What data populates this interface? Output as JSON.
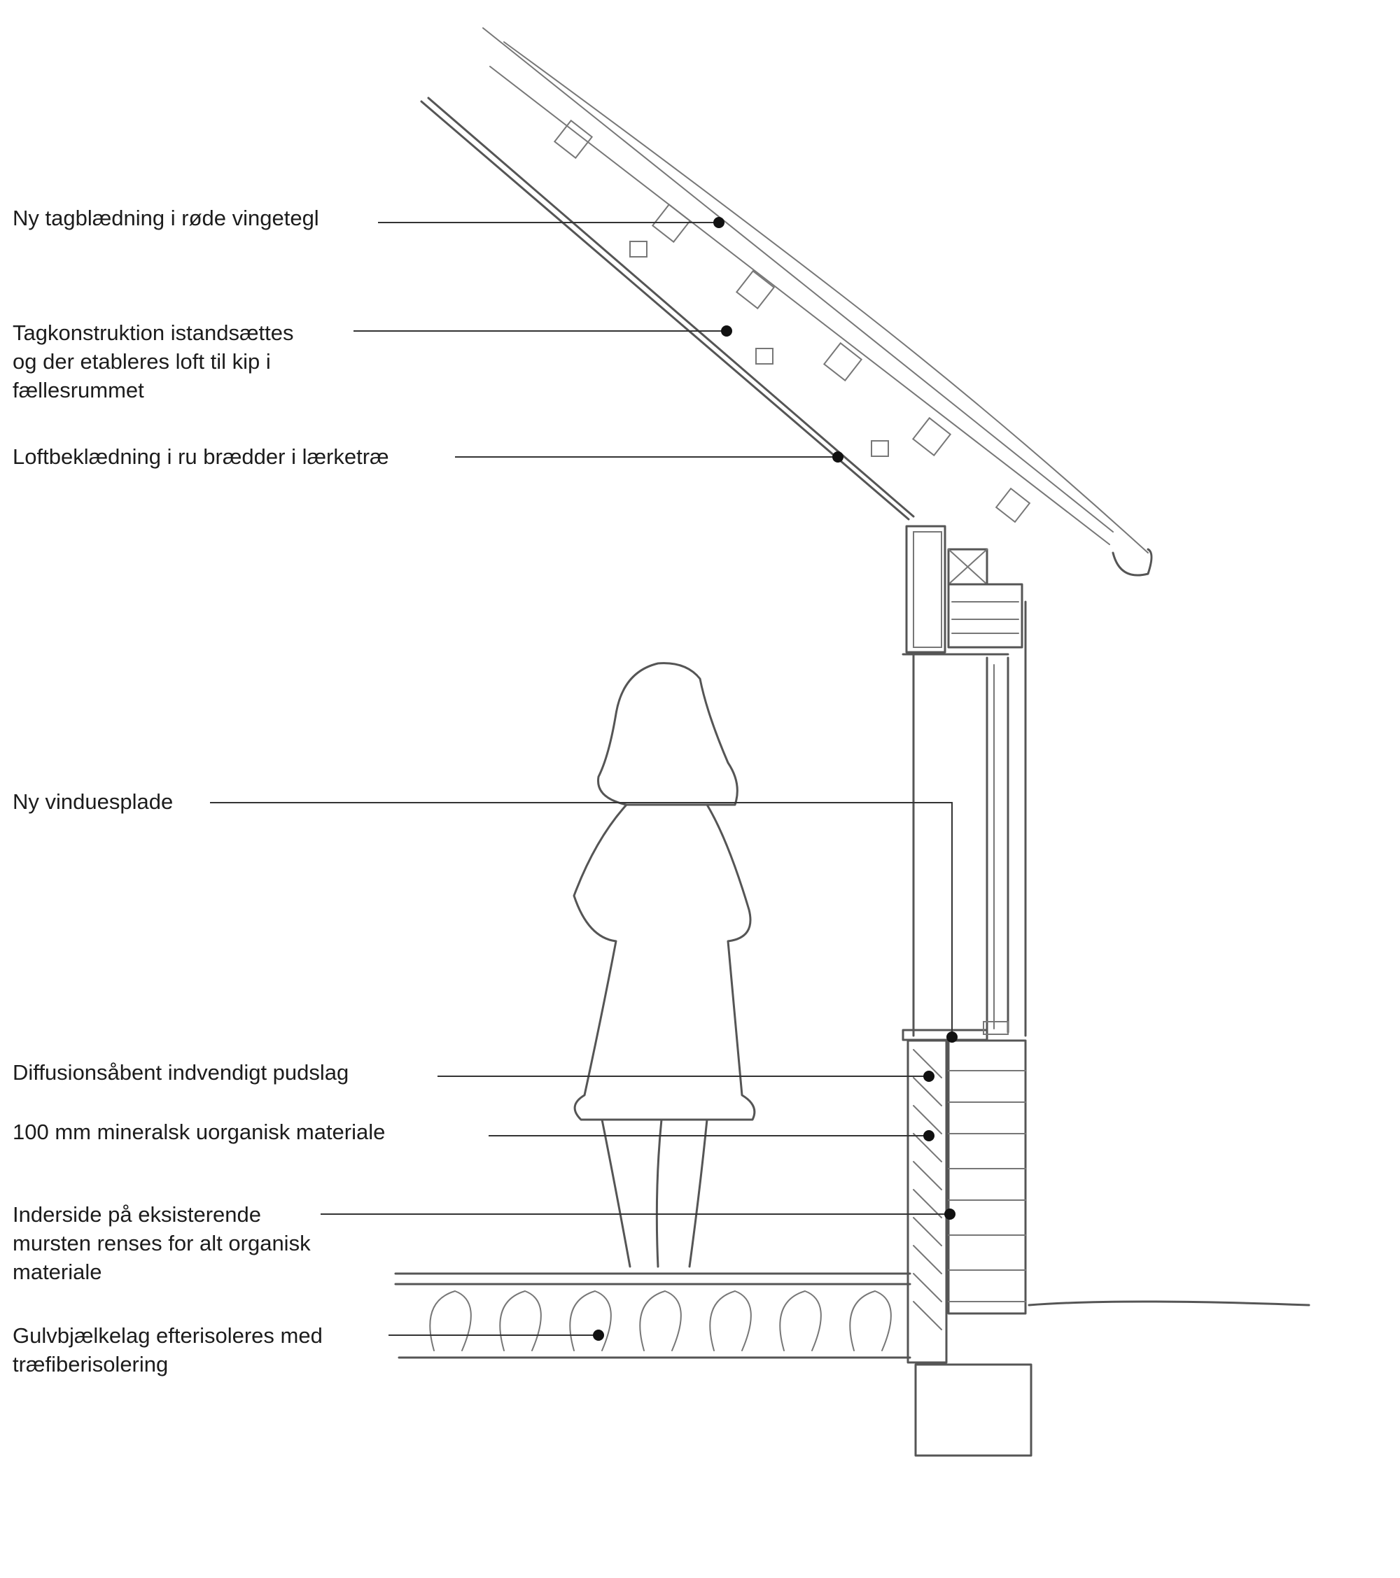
{
  "annotations": [
    {
      "id": "roof-tiles",
      "text": "Ny tagblædning i røde vingetegl"
    },
    {
      "id": "roof-structure",
      "text": "Tagkonstruktion istandsættes\nog der etableres loft til kip i\nfællesrummet"
    },
    {
      "id": "ceiling-cladding",
      "text": "Loftbeklædning i ru brædder i lærketræ"
    },
    {
      "id": "window-sill",
      "text": "Ny vinduesplade"
    },
    {
      "id": "plaster",
      "text": "Diffusionsåbent indvendigt pudslag"
    },
    {
      "id": "mineral-insulation",
      "text": "100 mm mineralsk uorganisk materiale"
    },
    {
      "id": "brick-inside",
      "text": "Inderside på eksisterende\nmursten renses for alt organisk\nmateriale"
    },
    {
      "id": "floor-joists",
      "text": "Gulvbjælkelag efterisoleres med\ntræfiberisolering"
    }
  ],
  "colors": {
    "ink": "#1c1c1c",
    "sketch": "#555555",
    "paper": "#ffffff"
  }
}
